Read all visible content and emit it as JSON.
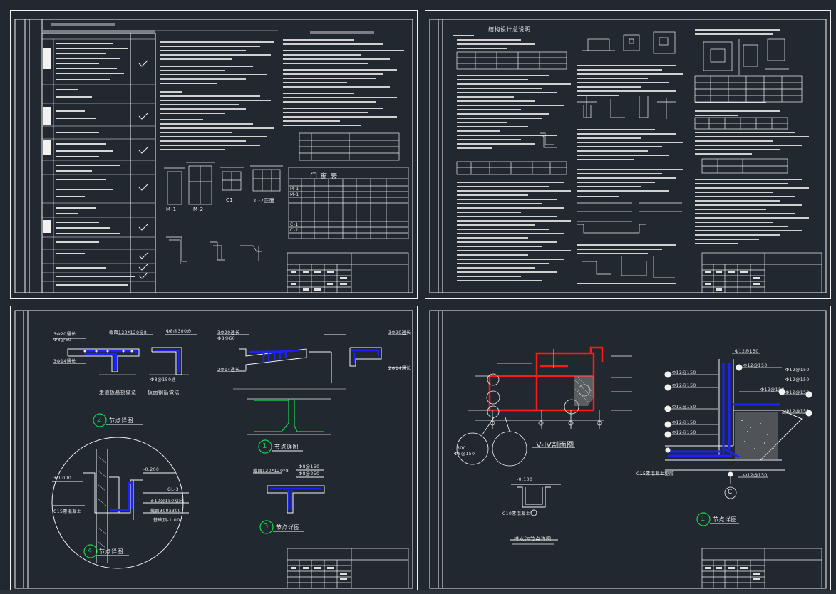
{
  "sheets": {
    "top_right": {
      "heading": "结构设计总说明"
    },
    "bottom_left": {
      "detail_2": "节点详图",
      "detail_1": "节点详图",
      "detail_3": "节点详图",
      "detail_4": "节点详图",
      "num_1": "1",
      "num_2": "2",
      "num_3": "3",
      "num_4": "4",
      "ann_bar_top": "3Ф20通长",
      "ann_bar_top2": "Ф8@60",
      "ann_bar_bot": "3Ф14通长",
      "ann_beam_dim": "截面120*120@8",
      "ann_stirrup": "Ф8@300@",
      "ann_stirrup2": "Ф8@150通",
      "ann_beam_r": "3Ф20通长",
      "ann_beam_r2": "Ф8@60",
      "ann_beam_r3": "2Ф14通长",
      "ann_beam_r4": "3Ф20通长",
      "ann_beam_r5": "2Ф14通长",
      "caption_a": "走道板悬挑做法",
      "caption_b": "板面钢筋做法",
      "ann_d3_dim": "截面120*120*8",
      "ann_d3_a": "Ф8@150",
      "ann_d3_b": "Ф8@250",
      "ann_d4_level": "±0.000",
      "ann_d4_level2": "-0.200",
      "ann_d4_ql": "QL-3",
      "ann_d4_bar": "#10@150双向",
      "ann_d4_sec": "截面300x300",
      "ann_d4_elev": "基础顶-1.00",
      "ann_d4_left": "C15素混凝土"
    },
    "bottom_right": {
      "section_title": "IV-IV剖面图",
      "detail_1": "节点详图",
      "num_1": "1",
      "axis_c": "C",
      "drain_caption": "排水沟节点详图",
      "ann_bars": [
        "Ф12@150",
        "Ф12@150",
        "Ф12@150",
        "Ф12@150",
        "Ф12@150",
        "Ф12@150",
        "Ф12@150",
        "Ф12@150"
      ],
      "ann_bars_r": [
        "Ф12@150",
        "Ф12@150",
        "Ф12@150",
        "Ф12@150"
      ],
      "ann_base": "C15素混凝土垫层",
      "ann_base_r": "Ф12@150",
      "ann_circle_dim": "300",
      "ann_circle_dim2": "Ф8@150",
      "ann_level": "-0.100",
      "ann_bottom": "C10素混凝土"
    },
    "top_left": {
      "door_table_title": "门  窗  表",
      "door_labels": [
        "M-1",
        "M-2",
        "C1",
        "C-2正面"
      ],
      "door_rows": [
        "M-1",
        "M-1",
        "C-1",
        "C-2"
      ]
    }
  },
  "colors": {
    "background": "#212830",
    "line": "#f2f2f2",
    "rebar_blue": "#1a22ff",
    "section_red": "#ff1a1a",
    "detail_green": "#16d64a",
    "drain_green": "#1fd12e"
  }
}
